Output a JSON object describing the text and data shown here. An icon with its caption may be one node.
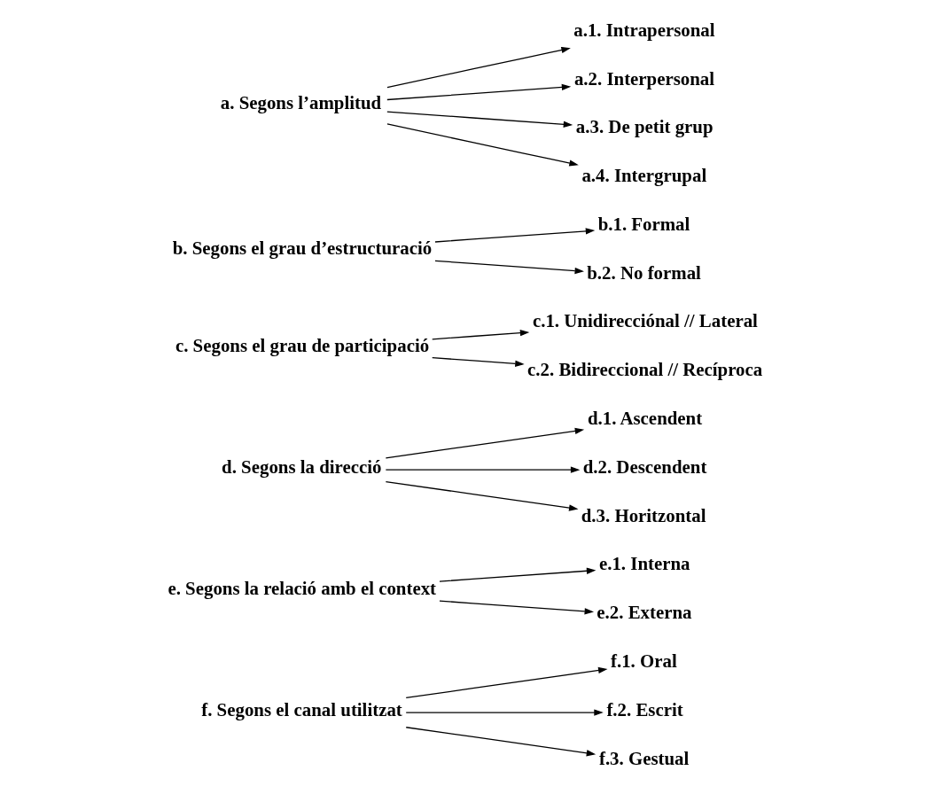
{
  "diagram": {
    "nodes": [
      {
        "text": [
          "a. Segons l’amplitud"
        ]
      },
      {
        "text": [
          "a.1. Intrapersonal"
        ]
      },
      {
        "text": [
          "a.2. Interpersonal"
        ]
      },
      {
        "text": [
          "a.3. De petit grup"
        ]
      },
      {
        "text": [
          "a.4. Intergrupal"
        ]
      },
      {
        "text": [
          "b. Segons el grau d’estructuració"
        ]
      },
      {
        "text": [
          "b.1. Formal"
        ]
      },
      {
        "text": [
          "b.2. No formal"
        ]
      },
      {
        "text": [
          "c. Segons el grau de participació"
        ]
      },
      {
        "text": [
          "c.1. Unidirecciónal // Lateral"
        ]
      },
      {
        "text": [
          "c.2. Bidireccional // Recíproca"
        ]
      },
      {
        "text": [
          "d. Segons la direcció"
        ]
      },
      {
        "text": [
          "d.1. Ascendent"
        ]
      },
      {
        "text": [
          "d.2. Descendent"
        ]
      },
      {
        "text": [
          "d.3. Horitzontal"
        ]
      },
      {
        "text": [
          "e. Segons la relació amb el context"
        ]
      },
      {
        "text": [
          "e.1. Interna"
        ]
      },
      {
        "text": [
          "e.2. Externa"
        ]
      },
      {
        "text": [
          "f. Segons el canal utilitzat"
        ]
      },
      {
        "text": [
          "f.1. Oral"
        ]
      },
      {
        "text": [
          "f.2. Escrit"
        ]
      },
      {
        "text": [
          "f.3. Gestual"
        ]
      }
    ],
    "edges": [
      {
        "from": 0,
        "to": 1,
        "arrow": "to"
      },
      {
        "from": 0,
        "to": 2,
        "arrow": "to"
      },
      {
        "from": 0,
        "to": 3,
        "arrow": "to"
      },
      {
        "from": 0,
        "to": 4,
        "arrow": "to"
      },
      {
        "from": 5,
        "to": 6,
        "arrow": "to"
      },
      {
        "from": 5,
        "to": 7,
        "arrow": "to"
      },
      {
        "from": 8,
        "to": 9,
        "arrow": "to"
      },
      {
        "from": 8,
        "to": 10,
        "arrow": "to"
      },
      {
        "from": 11,
        "to": 12,
        "arrow": "to"
      },
      {
        "from": 11,
        "to": 13,
        "arrow": "to"
      },
      {
        "from": 11,
        "to": 14,
        "arrow": "to"
      },
      {
        "from": 15,
        "to": 16,
        "arrow": "to"
      },
      {
        "from": 15,
        "to": 17,
        "arrow": "to"
      },
      {
        "from": 18,
        "to": 19,
        "arrow": "to"
      },
      {
        "from": 18,
        "to": 20,
        "arrow": "to"
      },
      {
        "from": 18,
        "to": 21,
        "arrow": "to"
      }
    ]
  }
}
